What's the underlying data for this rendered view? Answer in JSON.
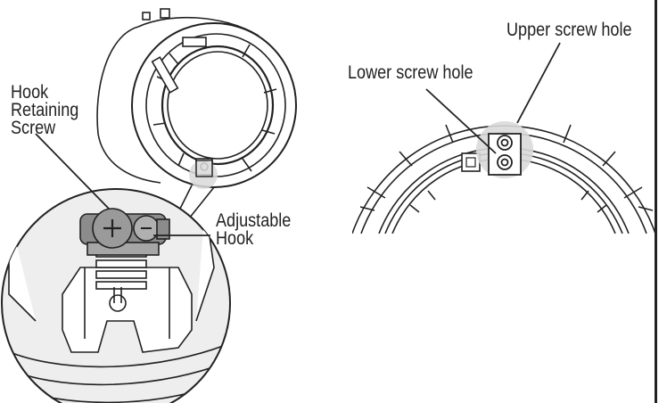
{
  "labels": {
    "hook_retaining_screw": [
      "Hook",
      "Retaining",
      "Screw"
    ],
    "adjustable_hook": [
      "Adjustable",
      "Hook"
    ],
    "lower_screw_hole": "Lower screw hole",
    "upper_screw_hole": "Upper screw hole"
  },
  "colors": {
    "line": "#222222",
    "highlight": "#d9d9d9",
    "detail_bg": "#eeeeee",
    "hook_part": "#8c8c8c"
  }
}
